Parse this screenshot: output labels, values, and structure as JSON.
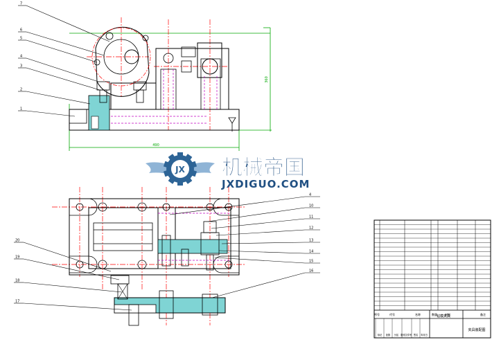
{
  "watermark": {
    "title": "机械帝国",
    "url": "JXDIGUO.COM",
    "emblem": "JX",
    "colors": {
      "title": "#1f4f82",
      "url": "#1f4f82",
      "emblem": "#2d6496",
      "wing": "#8fb4d6"
    }
  },
  "drawing": {
    "colors": {
      "outline": "#000000",
      "dimension": "#00a800",
      "center": "#ff0000",
      "hidden": "#c000c0",
      "section": "#7fd4d4"
    },
    "top_view_labels": [
      "7",
      "6",
      "5",
      "4",
      "3",
      "2",
      "1"
    ],
    "bottom_left_labels": [
      "20",
      "19",
      "18",
      "17"
    ],
    "bottom_right_labels": [
      "4",
      "10",
      "11",
      "12",
      "13",
      "14",
      "15",
      "16"
    ],
    "width_dim": "490",
    "height_dim": "360"
  },
  "title_block": {
    "title_cell": "夹具装配图",
    "name_cell": "钻模夹具",
    "col_headers": [
      "序号",
      "代号",
      "名称",
      "数量",
      "材料",
      "备注"
    ],
    "bottom_cells": [
      "标记",
      "处数",
      "分区",
      "更改文件号",
      "签名",
      "年月日"
    ]
  }
}
